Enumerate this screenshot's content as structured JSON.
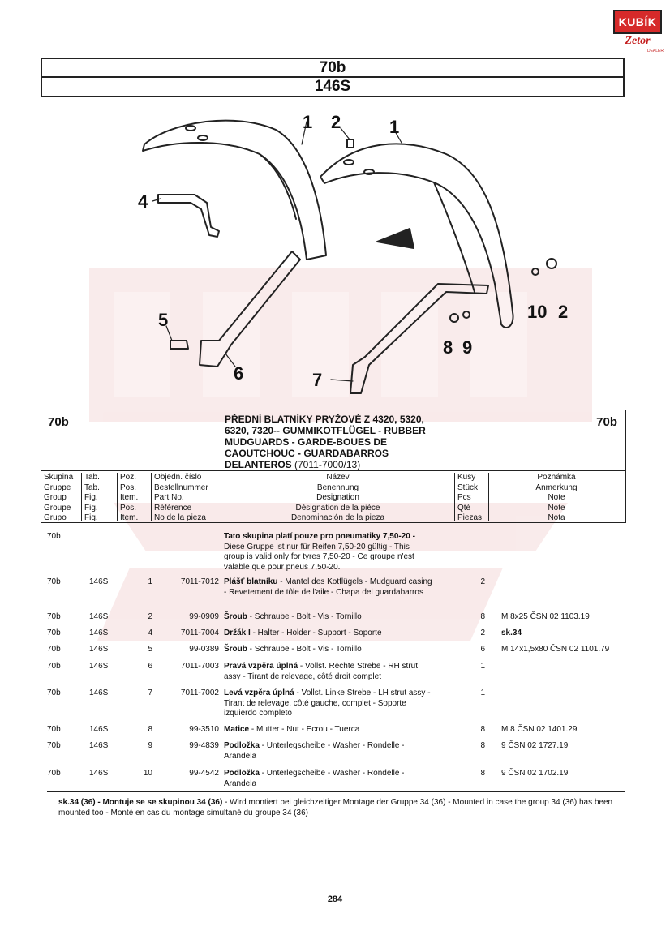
{
  "logo": {
    "top": "KUBÍK",
    "bottom": "Zetor",
    "sub": "DEALER"
  },
  "header": {
    "line1": "70b",
    "line2": "146S"
  },
  "diagram": {
    "callouts": [
      "1",
      "2",
      "1",
      "4",
      "5",
      "6",
      "7",
      "8",
      "9",
      "10",
      "2"
    ]
  },
  "group": {
    "left": "70b",
    "right": "70b",
    "title_lines": [
      "PŘEDNÍ BLATNÍKY PRYŽOVÉ Z 4320, 5320,",
      "6320, 7320-- GUMMIKOTFLÜGEL - RUBBER",
      "MUDGUARDS - GARDE-BOUES DE",
      "CAOUTCHOUC - GUARDABARROS",
      "DELANTEROS"
    ],
    "title_number": "(7011-7000/13)"
  },
  "columns": {
    "group": [
      "Skupina",
      "Gruppe",
      "Group",
      "Groupe",
      "Grupo"
    ],
    "tab": [
      "Tab.",
      "Tab.",
      "Fig.",
      "Fig.",
      "Fig."
    ],
    "pos": [
      "Poz.",
      "Pos.",
      "Item.",
      "Pos.",
      "Item."
    ],
    "part": [
      "Objedn. číslo",
      "Bestellnummer",
      "Part No.",
      "Référence",
      "No de la pieza"
    ],
    "name": [
      "Název",
      "Benennung",
      "Designation",
      "Désignation de la pièce",
      "Denominación de la pieza"
    ],
    "qty": [
      "Kusy",
      "Stück",
      "Pcs",
      "Qté",
      "Piezas"
    ],
    "note": [
      "Poznámka",
      "Anmerkung",
      "Note",
      "Note",
      "Nota"
    ]
  },
  "notice": {
    "group": "70b",
    "bold": "Tato skupina platí pouze pro pneumatiky 7,50-20",
    "lines": [
      "Tato skupina platí pouze pro pneumatiky 7,50-20 -",
      "Diese Gruppe ist nur für Reifen  7,50-20 gültig - This",
      "group is valid only for tyres 7,50-20 - Ce groupe n'est",
      "valable que pour pneus 7,50-20."
    ]
  },
  "rows": [
    {
      "group": "70b",
      "tab": "146S",
      "pos": "1",
      "part": "7011-7012",
      "name_bold": "Plášť blatníku",
      "name": " - Mantel des Kotflügels - Mudguard casing - Revetement de tôle de l'aile - Chapa del guardabarros",
      "qty": "2",
      "note": ""
    },
    {
      "group": "70b",
      "tab": "146S",
      "pos": "2",
      "part": "99-0909",
      "name_bold": "Šroub",
      "name": " - Schraube - Bolt - Vis - Tornillo",
      "qty": "8",
      "note": "M 8x25 ČSN 02 1103.19"
    },
    {
      "group": "70b",
      "tab": "146S",
      "pos": "4",
      "part": "7011-7004",
      "name_bold": "Držák I",
      "name": " - Halter - Holder - Support - Soporte",
      "qty": "2",
      "note": "sk.34"
    },
    {
      "group": "70b",
      "tab": "146S",
      "pos": "5",
      "part": "99-0389",
      "name_bold": "Šroub",
      "name": " - Schraube - Bolt - Vis - Tornillo",
      "qty": "6",
      "note": "M 14x1,5x80 ČSN 02 1101.79"
    },
    {
      "group": "70b",
      "tab": "146S",
      "pos": "6",
      "part": "7011-7003",
      "name_bold": "Pravá vzpěra úplná",
      "name": " - Vollst. Rechte Strebe - RH strut assy - Tirant de relevage, côté droit complet",
      "qty": "1",
      "note": ""
    },
    {
      "group": "70b",
      "tab": "146S",
      "pos": "7",
      "part": "7011-7002",
      "name_bold": "Levá vzpěra úplná",
      "name": " - Vollst. Linke Strebe - LH strut assy - Tirant de relevage, côté gauche, complet - Soporte izquierdo completo",
      "qty": "1",
      "note": ""
    },
    {
      "group": "70b",
      "tab": "146S",
      "pos": "8",
      "part": "99-3510",
      "name_bold": "Matice",
      "name": " - Mutter - Nut - Ecrou - Tuerca",
      "qty": "8",
      "note": "M 8 ČSN 02 1401.29"
    },
    {
      "group": "70b",
      "tab": "146S",
      "pos": "9",
      "part": "99-4839",
      "name_bold": "Podložka",
      "name": " - Unterlegscheibe - Washer - Rondelle - Arandela",
      "qty": "8",
      "note": "9 ČSN 02 1727.19"
    },
    {
      "group": "70b",
      "tab": "146S",
      "pos": "10",
      "part": "99-4542",
      "name_bold": "Podložka",
      "name": " - Unterlegscheibe - Washer - Rondelle - Arandela",
      "qty": "8",
      "note": "9 ČSN 02 1702.19"
    }
  ],
  "footnote": {
    "bold": "sk.34 (36) - Montuje se se skupinou 34 (36)",
    "text": " - Wird montiert bei gleichzeitiger Montage der Gruppe 34 (36) - Mounted in case the group 34 (36) has been mounted too - Monté en cas du montage simultané du groupe 34 (36)"
  },
  "page_number": "284"
}
